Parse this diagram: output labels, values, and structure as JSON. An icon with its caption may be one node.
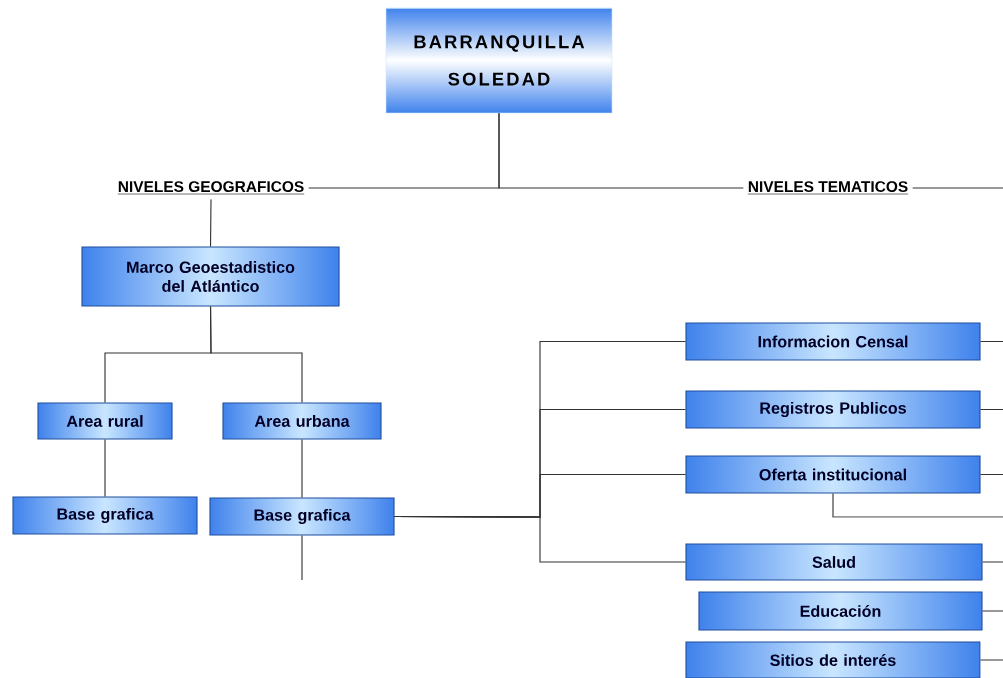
{
  "diagram": {
    "nodes": [
      {
        "text": [
          "BARRANQUILLA",
          "SOLEDAD"
        ]
      },
      {
        "text": [
          "NIVELES GEOGRAFICOS"
        ]
      },
      {
        "text": [
          "NIVELES TEMATICOS"
        ]
      },
      {
        "text": [
          "Marco Geoestadistico del Atlántico"
        ]
      },
      {
        "text": [
          "Area rural"
        ]
      },
      {
        "text": [
          "Area urbana"
        ]
      },
      {
        "text": [
          "Base grafica"
        ]
      },
      {
        "text": [
          "Base grafica"
        ]
      },
      {
        "text": [
          "Informacion Censal"
        ]
      },
      {
        "text": [
          "Registros Publicos"
        ]
      },
      {
        "text": [
          "Oferta institucional"
        ]
      },
      {
        "text": [
          "Salud"
        ]
      },
      {
        "text": [
          "Educación"
        ]
      },
      {
        "text": [
          "Sitios de interés"
        ]
      }
    ],
    "edges": [
      {
        "from": 0,
        "to": 1,
        "arrow": "none"
      },
      {
        "from": 0,
        "to": 2,
        "arrow": "none"
      },
      {
        "from": 2,
        "to": null,
        "arrow": "none"
      },
      {
        "from": 1,
        "to": 3,
        "arrow": "none"
      },
      {
        "from": 3,
        "to": 4,
        "arrow": "none"
      },
      {
        "from": 3,
        "to": 5,
        "arrow": "none"
      },
      {
        "from": 4,
        "to": 6,
        "arrow": "none"
      },
      {
        "from": 5,
        "to": 7,
        "arrow": "none"
      },
      {
        "from": 7,
        "to": null,
        "arrow": "none"
      },
      {
        "from": 7,
        "to": 8,
        "arrow": "none"
      },
      {
        "from": 7,
        "to": 9,
        "arrow": "none"
      },
      {
        "from": 7,
        "to": 10,
        "arrow": "none"
      },
      {
        "from": 7,
        "to": 11,
        "arrow": "none"
      },
      {
        "from": 8,
        "to": null,
        "arrow": "none"
      },
      {
        "from": 9,
        "to": null,
        "arrow": "none"
      },
      {
        "from": 10,
        "to": null,
        "arrow": "none"
      },
      {
        "from": 10,
        "to": null,
        "arrow": "none"
      },
      {
        "from": 11,
        "to": null,
        "arrow": "none"
      },
      {
        "from": 12,
        "to": null,
        "arrow": "none"
      },
      {
        "from": 13,
        "to": null,
        "arrow": "none"
      }
    ]
  }
}
